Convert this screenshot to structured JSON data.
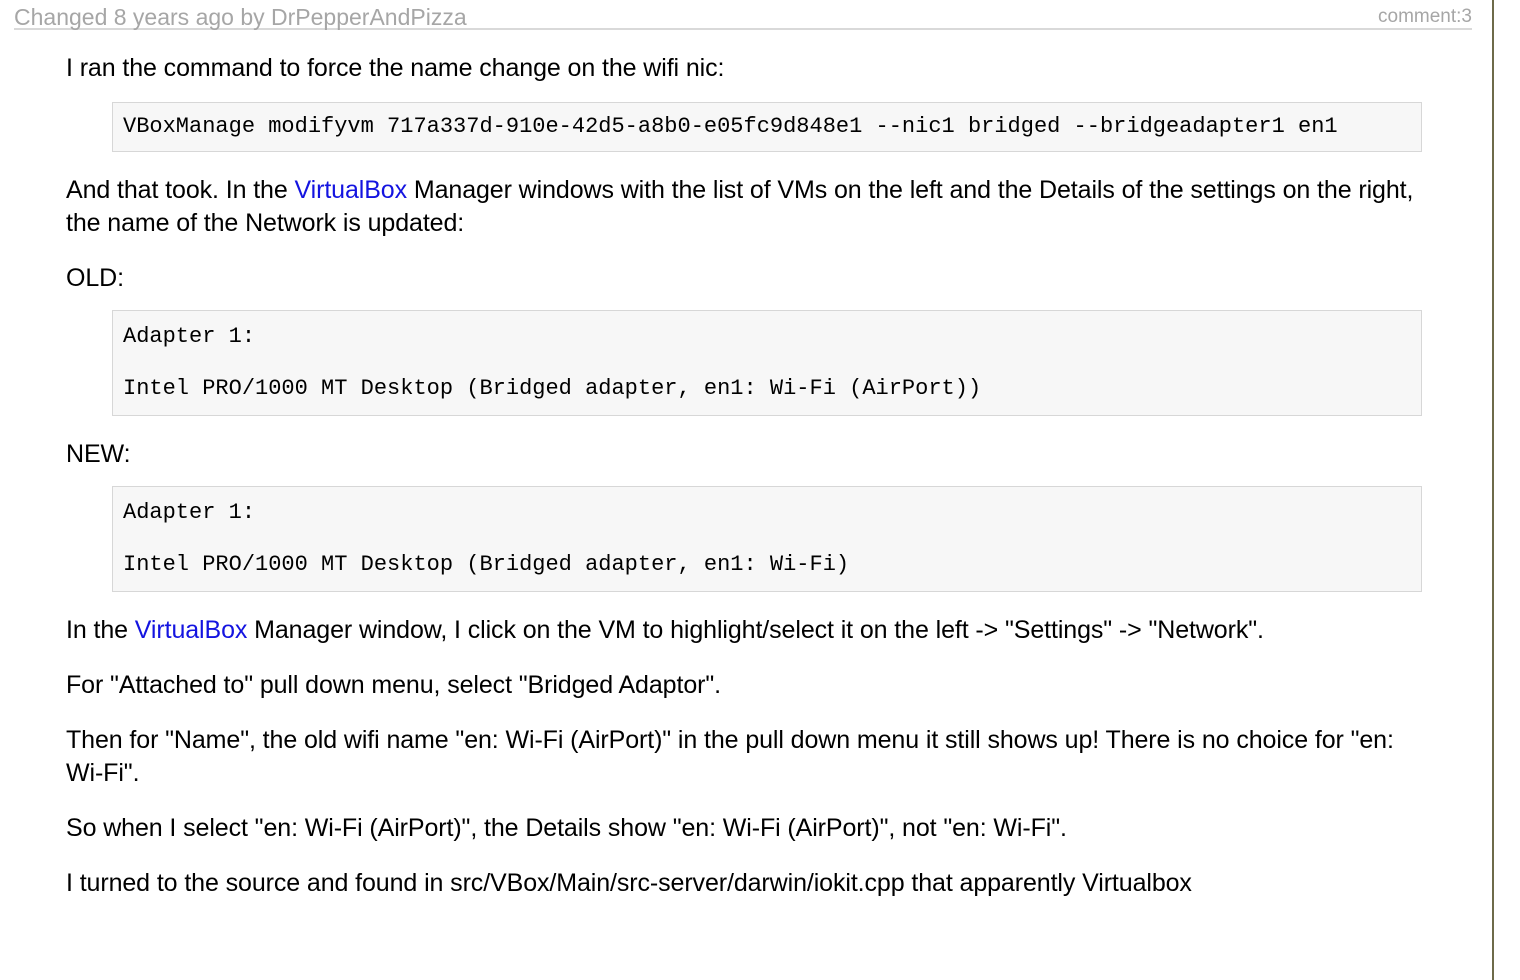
{
  "change": {
    "author_line": "Changed 8 years ago by DrPepperAndPizza",
    "comment_anchor": "comment:3"
  },
  "colors": {
    "link": "#1414e0",
    "header_text": "#a6a6a6",
    "code_bg": "#f7f7f7",
    "code_border": "#d7d7d7",
    "right_rule": "#6e6b4a"
  },
  "body": {
    "p1": "I ran the command to force the name change on the wifi nic:",
    "code1": "VBoxManage modifyvm 717a337d-910e-42d5-a8b0-e05fc9d848e1 --nic1 bridged --bridgeadapter1 en1",
    "p2_before_link": "And that took. In the ",
    "p2_link": "VirtualBox",
    "p2_after_link": " Manager windows with the list of VMs on the left and the Details of the settings on the right, the name of the Network is updated:",
    "label_old": "OLD:",
    "code_old_line1": "Adapter 1:",
    "code_old_line2": "Intel PRO/1000 MT Desktop (Bridged adapter, en1: Wi-Fi (AirPort))",
    "label_new": "NEW:",
    "code_new_line1": "Adapter 1:",
    "code_new_line2": "Intel PRO/1000 MT Desktop (Bridged adapter, en1: Wi-Fi)",
    "p3_before_link": "In the ",
    "p3_link": "VirtualBox",
    "p3_after_link": " Manager window, I click on the VM to highlight/select it on the left -> \"Settings\" -> \"Network\".",
    "p4": "For \"Attached to\" pull down menu, select \"Bridged Adaptor\".",
    "p5": "Then for \"Name\", the old wifi name \"en: Wi-Fi (AirPort)\" in the pull down menu it still shows up! There is no choice for \"en: Wi-Fi\".",
    "p6": "So when I select \"en: Wi-Fi (AirPort)\", the Details show \"en: Wi-Fi (AirPort)\", not \"en: Wi-Fi\".",
    "p7": "I turned to the source and found in src/VBox/Main/src-server/darwin/iokit.cpp that apparently Virtualbox"
  }
}
